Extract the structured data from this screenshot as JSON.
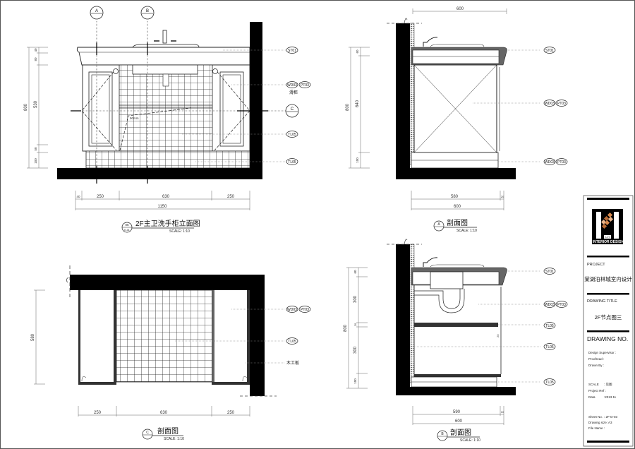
{
  "sheet": {
    "border_color": "#555555"
  },
  "views": [
    {
      "id": "elevation",
      "ref_no": "06",
      "ref_sheet": "E-01",
      "title": "2F主卫洗手柜立面图",
      "scale": "SCALE: 1:10",
      "section_markers": [
        "A",
        "B",
        "C"
      ],
      "tags": {
        "st01": "ST01",
        "wd03": "WD03",
        "pt03": "PT03",
        "note_sliding": "滑柜",
        "tl05_a": "TL05",
        "tl05_b": "TL05",
        "c_marker": "C"
      },
      "vertical_dims": {
        "total": "800",
        "d40": "40",
        "d80": "80",
        "d530": "530",
        "d50": "50",
        "d100": "100"
      },
      "horizontal_dims": {
        "d40": "40",
        "d250a": "250",
        "d630": "630",
        "d250b": "250",
        "total": "1150"
      },
      "door_note": "90mm"
    },
    {
      "id": "section-a",
      "marker": "A",
      "title": "剖面图",
      "scale": "SCALE: 1:10",
      "top_dim": "600",
      "tags": {
        "st01": "ST01",
        "wd03_a": "WD03",
        "pt03_a": "PT03",
        "wd03_b": "WD03",
        "pt03_b": "PT03"
      },
      "vertical_dims": {
        "total": "800",
        "d60": "60",
        "d640": "640",
        "d100": "100"
      },
      "horizontal_dims": {
        "d580": "580",
        "d20": "20",
        "total": "600"
      }
    },
    {
      "id": "section-c",
      "marker": "C",
      "title": "剖面图",
      "scale": "SCALE: 1:10",
      "tags": {
        "wd03": "WD03",
        "pt03": "PT03",
        "tl05": "TL05",
        "note_board": "木工板"
      },
      "vertical_dims": {
        "d580": "580"
      },
      "horizontal_dims": {
        "d250a": "250",
        "d630": "630",
        "d250b": "250"
      }
    },
    {
      "id": "section-b",
      "marker": "B",
      "title": "剖面图",
      "scale": "SCALE: 1:10",
      "tags": {
        "st01": "ST01",
        "wd03": "WD03",
        "pt03": "PT03",
        "tl05_a": "TL05",
        "tl05_b": "TL05",
        "tl05_c": "TL05"
      },
      "vertical_dims": {
        "total": "800",
        "d60": "60",
        "d300a": "300",
        "d20": "20",
        "d300b": "300",
        "d100": "100"
      },
      "side_dim": "20",
      "horizontal_dims": {
        "d590": "590",
        "d10": "10",
        "total": "600"
      }
    }
  ],
  "title_block": {
    "logo_text": "INTERIOR DESIGN",
    "logo_sub": "L.H",
    "logo_accent": "#d98a4e",
    "project_label": "PROJECT",
    "project_name": "棠湖泊林城室内设计",
    "drawing_title_label": "DRAWING TITLE",
    "drawing_title": "2F节点图三",
    "drawing_no_label": "DRAWING NO.",
    "design_supervisor": "Design Supervisor :",
    "proofread": "Proofread     :",
    "drawn_by": "Drawn By      :",
    "scale_label": "SCALE",
    "scale_value": ":  见图",
    "project_ref": "Project Ref  :",
    "date_label": "Data",
    "date_value": ":2013.11",
    "sheet_no_label": "Sheet No.",
    "sheet_no_value": ":  2F-D-03",
    "drawing_size": "Drawing size: A3",
    "file_name": "File Name    :"
  }
}
